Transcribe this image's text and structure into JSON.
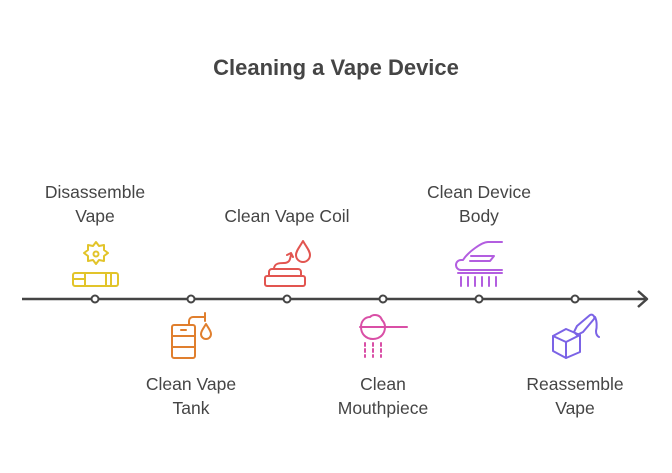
{
  "title": "Cleaning a Vape Device",
  "steps": [
    {
      "lines": [
        "Disassemble",
        "Vape"
      ],
      "icon": "gear-cylinder-icon",
      "color": "#e2c42a"
    },
    {
      "lines": [
        "Clean Vape",
        "Tank"
      ],
      "icon": "tank-droplet-icon",
      "color": "#e07f2e"
    },
    {
      "lines": [
        "Clean Vape Coil"
      ],
      "icon": "coil-droplet-icon",
      "color": "#e25550"
    },
    {
      "lines": [
        "Clean",
        "Mouthpiece"
      ],
      "icon": "shower-head-icon",
      "color": "#d94fa6"
    },
    {
      "lines": [
        "Clean Device",
        "Body"
      ],
      "icon": "brush-icon",
      "color": "#b35ee0"
    },
    {
      "lines": [
        "Reassemble",
        "Vape"
      ],
      "icon": "box-pen-icon",
      "color": "#7b63e6"
    }
  ],
  "line_color": "#454545"
}
